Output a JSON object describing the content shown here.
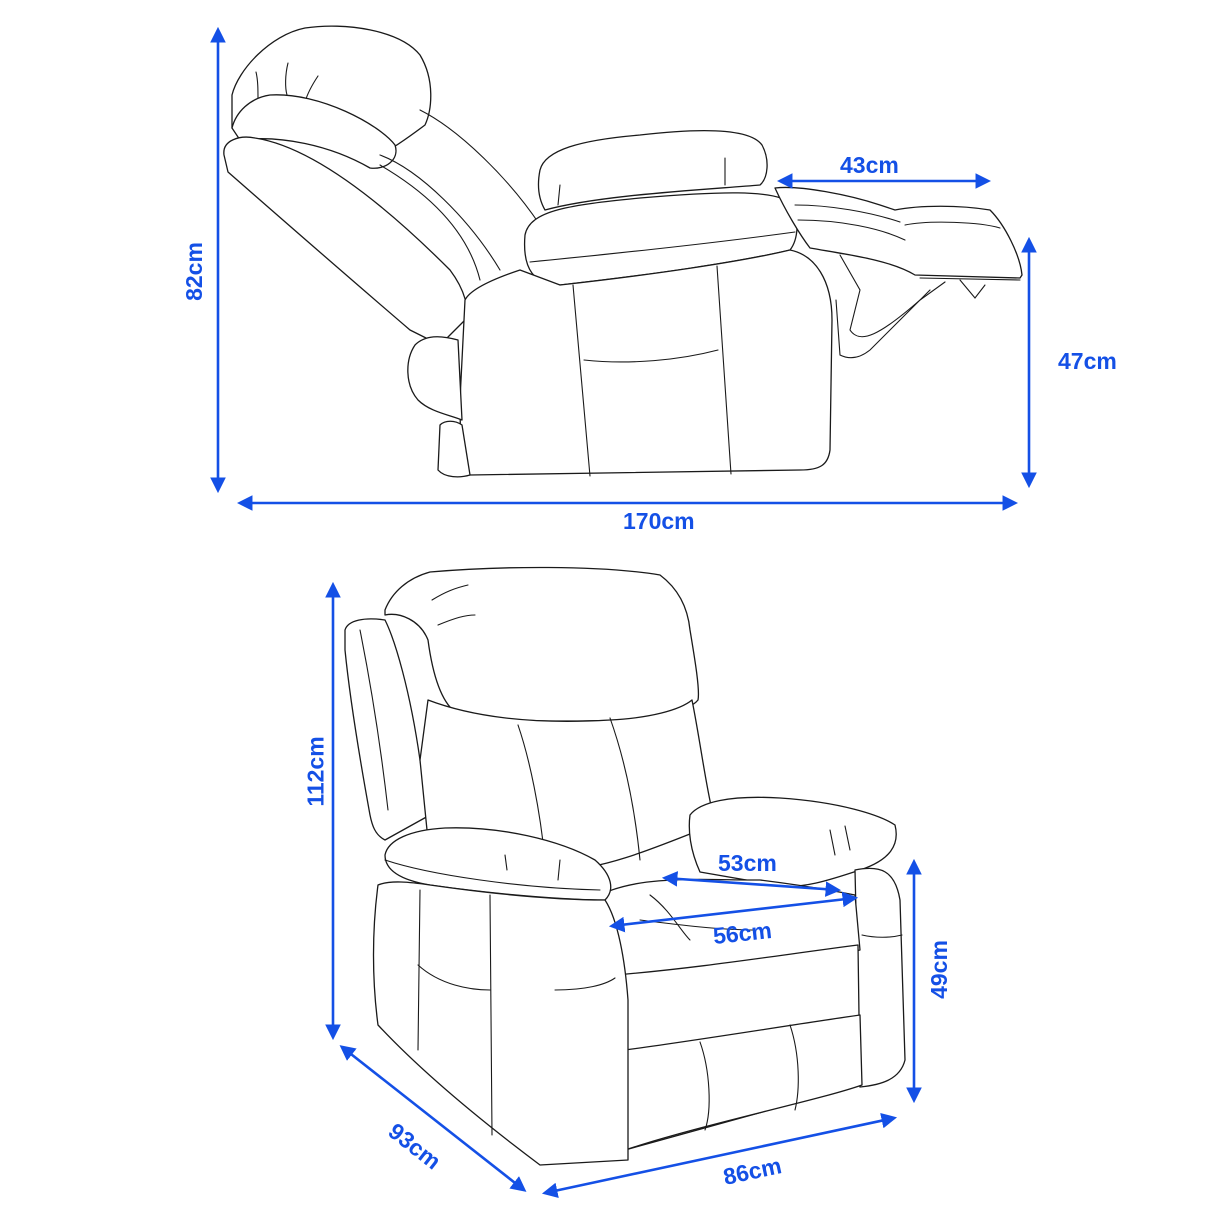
{
  "figure": {
    "title": "",
    "subject": "Recliner chair dimension diagram",
    "accent_color": "#1450e6",
    "line_color": "#1a1a1a"
  },
  "side_view": {
    "name": "Reclined side view",
    "dimensions": {
      "total_height": "82cm",
      "footrest_length": "43cm",
      "footrest_height": "47cm",
      "total_length": "170cm"
    }
  },
  "front_view": {
    "name": "Front three-quarter view",
    "dimensions": {
      "total_height": "112cm",
      "seat_depth": "53cm",
      "seat_width": "56cm",
      "seat_height": "49cm",
      "depth": "93cm",
      "width": "86cm"
    }
  }
}
